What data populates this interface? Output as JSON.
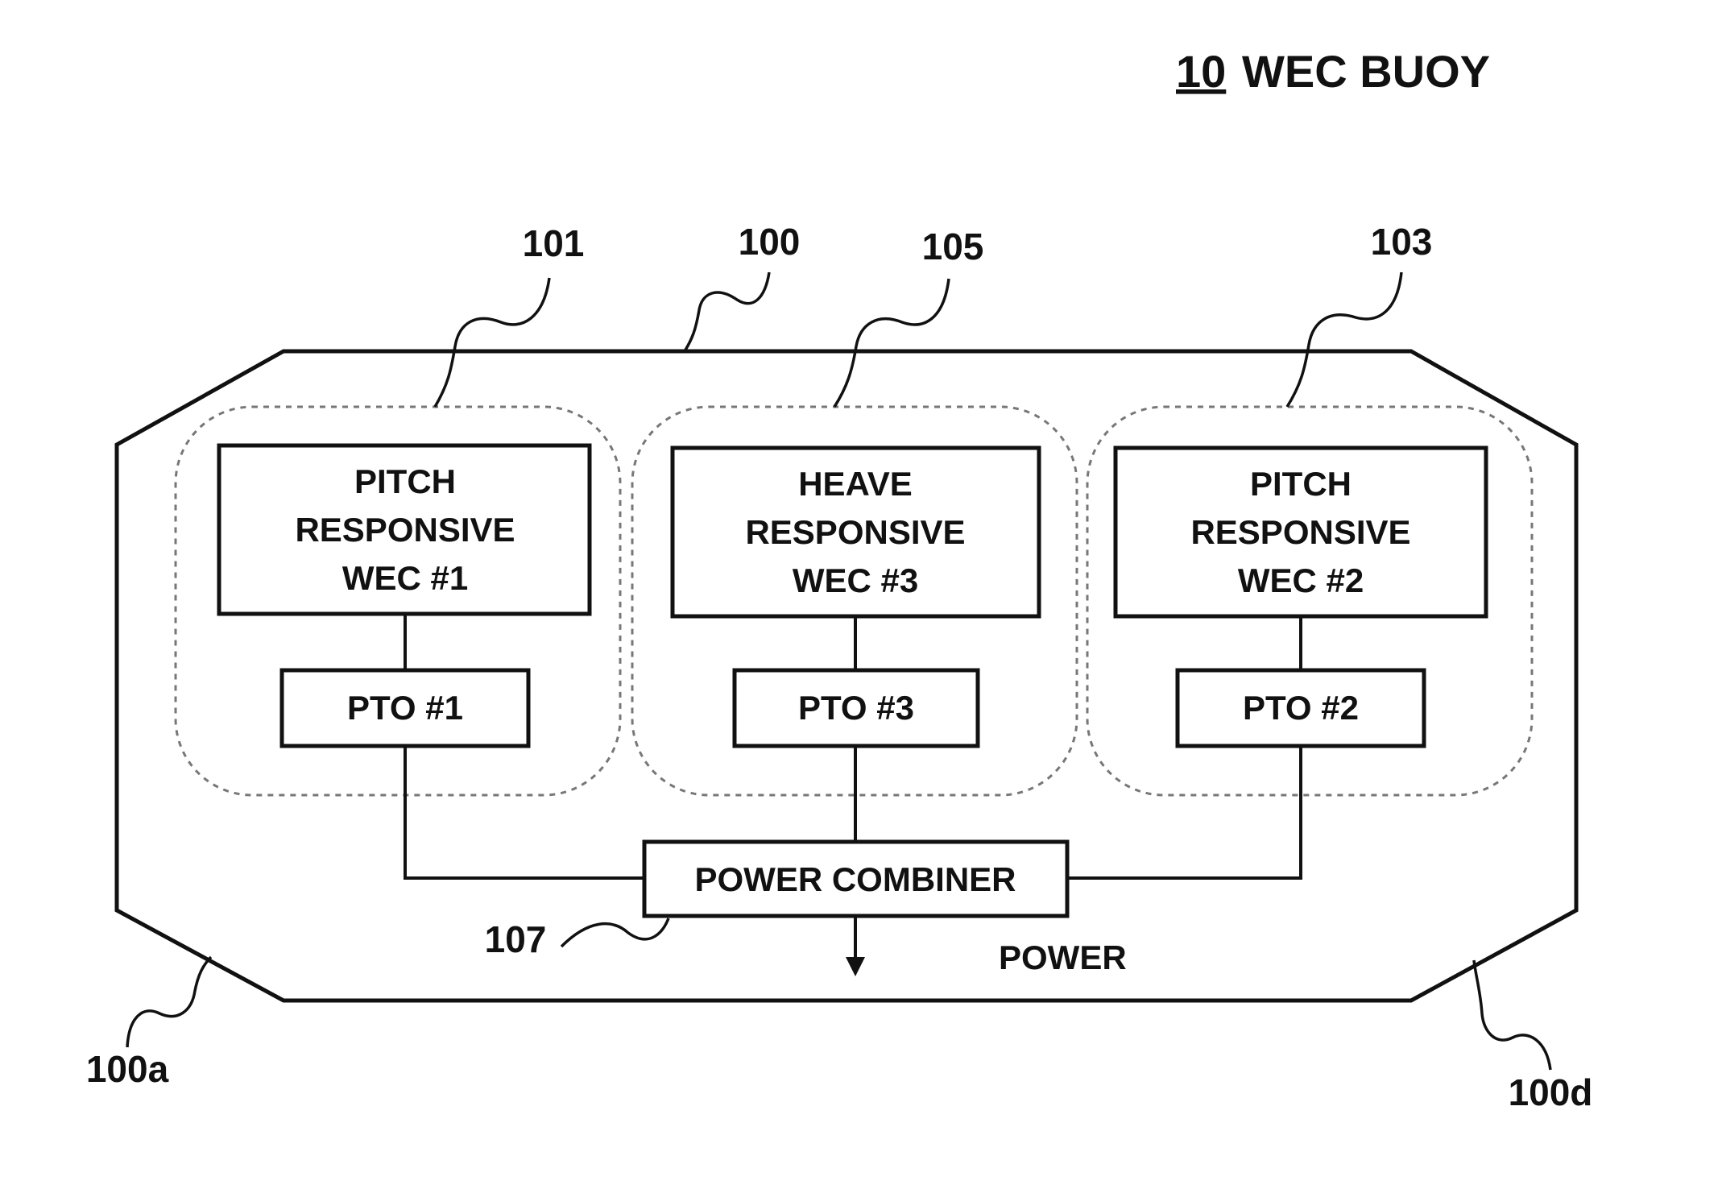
{
  "title": {
    "number": "10",
    "text": "WEC BUOY"
  },
  "refs": {
    "hull": "100",
    "hull_left_corner": "100a",
    "hull_right_corner": "100d",
    "group_left": "101",
    "group_center": "105",
    "group_right": "103",
    "combiner": "107"
  },
  "groups": [
    {
      "wec_lines": [
        "PITCH",
        "RESPONSIVE",
        "WEC #1"
      ],
      "pto": "PTO #1"
    },
    {
      "wec_lines": [
        "HEAVE",
        "RESPONSIVE",
        "WEC #3"
      ],
      "pto": "PTO #3"
    },
    {
      "wec_lines": [
        "PITCH",
        "RESPONSIVE",
        "WEC #2"
      ],
      "pto": "PTO #2"
    }
  ],
  "combiner": {
    "label": "POWER COMBINER"
  },
  "output": {
    "label": "POWER"
  }
}
